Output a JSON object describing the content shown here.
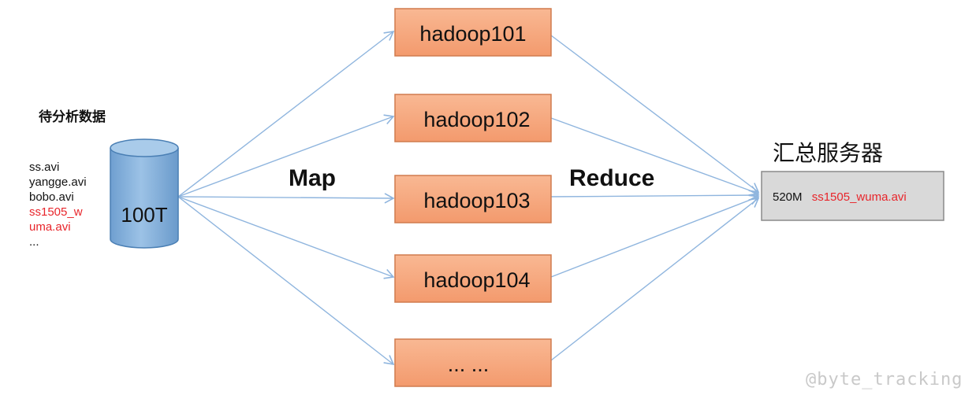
{
  "source": {
    "title": "待分析数据",
    "size_label": "100T",
    "files": [
      {
        "text": "ss.avi",
        "highlight": false
      },
      {
        "text": "yangge.avi",
        "highlight": false
      },
      {
        "text": "bobo.avi",
        "highlight": false
      },
      {
        "text": "ss1505_w",
        "highlight": true
      },
      {
        "text": "uma.avi",
        "highlight": true
      },
      {
        "text": "...",
        "highlight": false
      }
    ]
  },
  "labels": {
    "map": "Map",
    "reduce": "Reduce"
  },
  "nodes": [
    {
      "label": "hadoop101"
    },
    {
      "label": "hadoop102"
    },
    {
      "label": "hadoop103"
    },
    {
      "label": "hadoop104"
    },
    {
      "label": "... ..."
    }
  ],
  "target": {
    "title": "汇总服务器",
    "size": "520M",
    "file": "ss1505_wuma.avi"
  },
  "watermark": "@byte_tracking",
  "colors": {
    "node_fill": "#f6a67e",
    "node_stroke": "#d07b4e",
    "cylinder_fill": "#89b4dd",
    "cylinder_stroke": "#4a7fb4",
    "arrow": "#8fb5de",
    "target_fill": "#d9d9d9",
    "target_stroke": "#8a8a8a",
    "highlight_text": "#e8252b"
  }
}
